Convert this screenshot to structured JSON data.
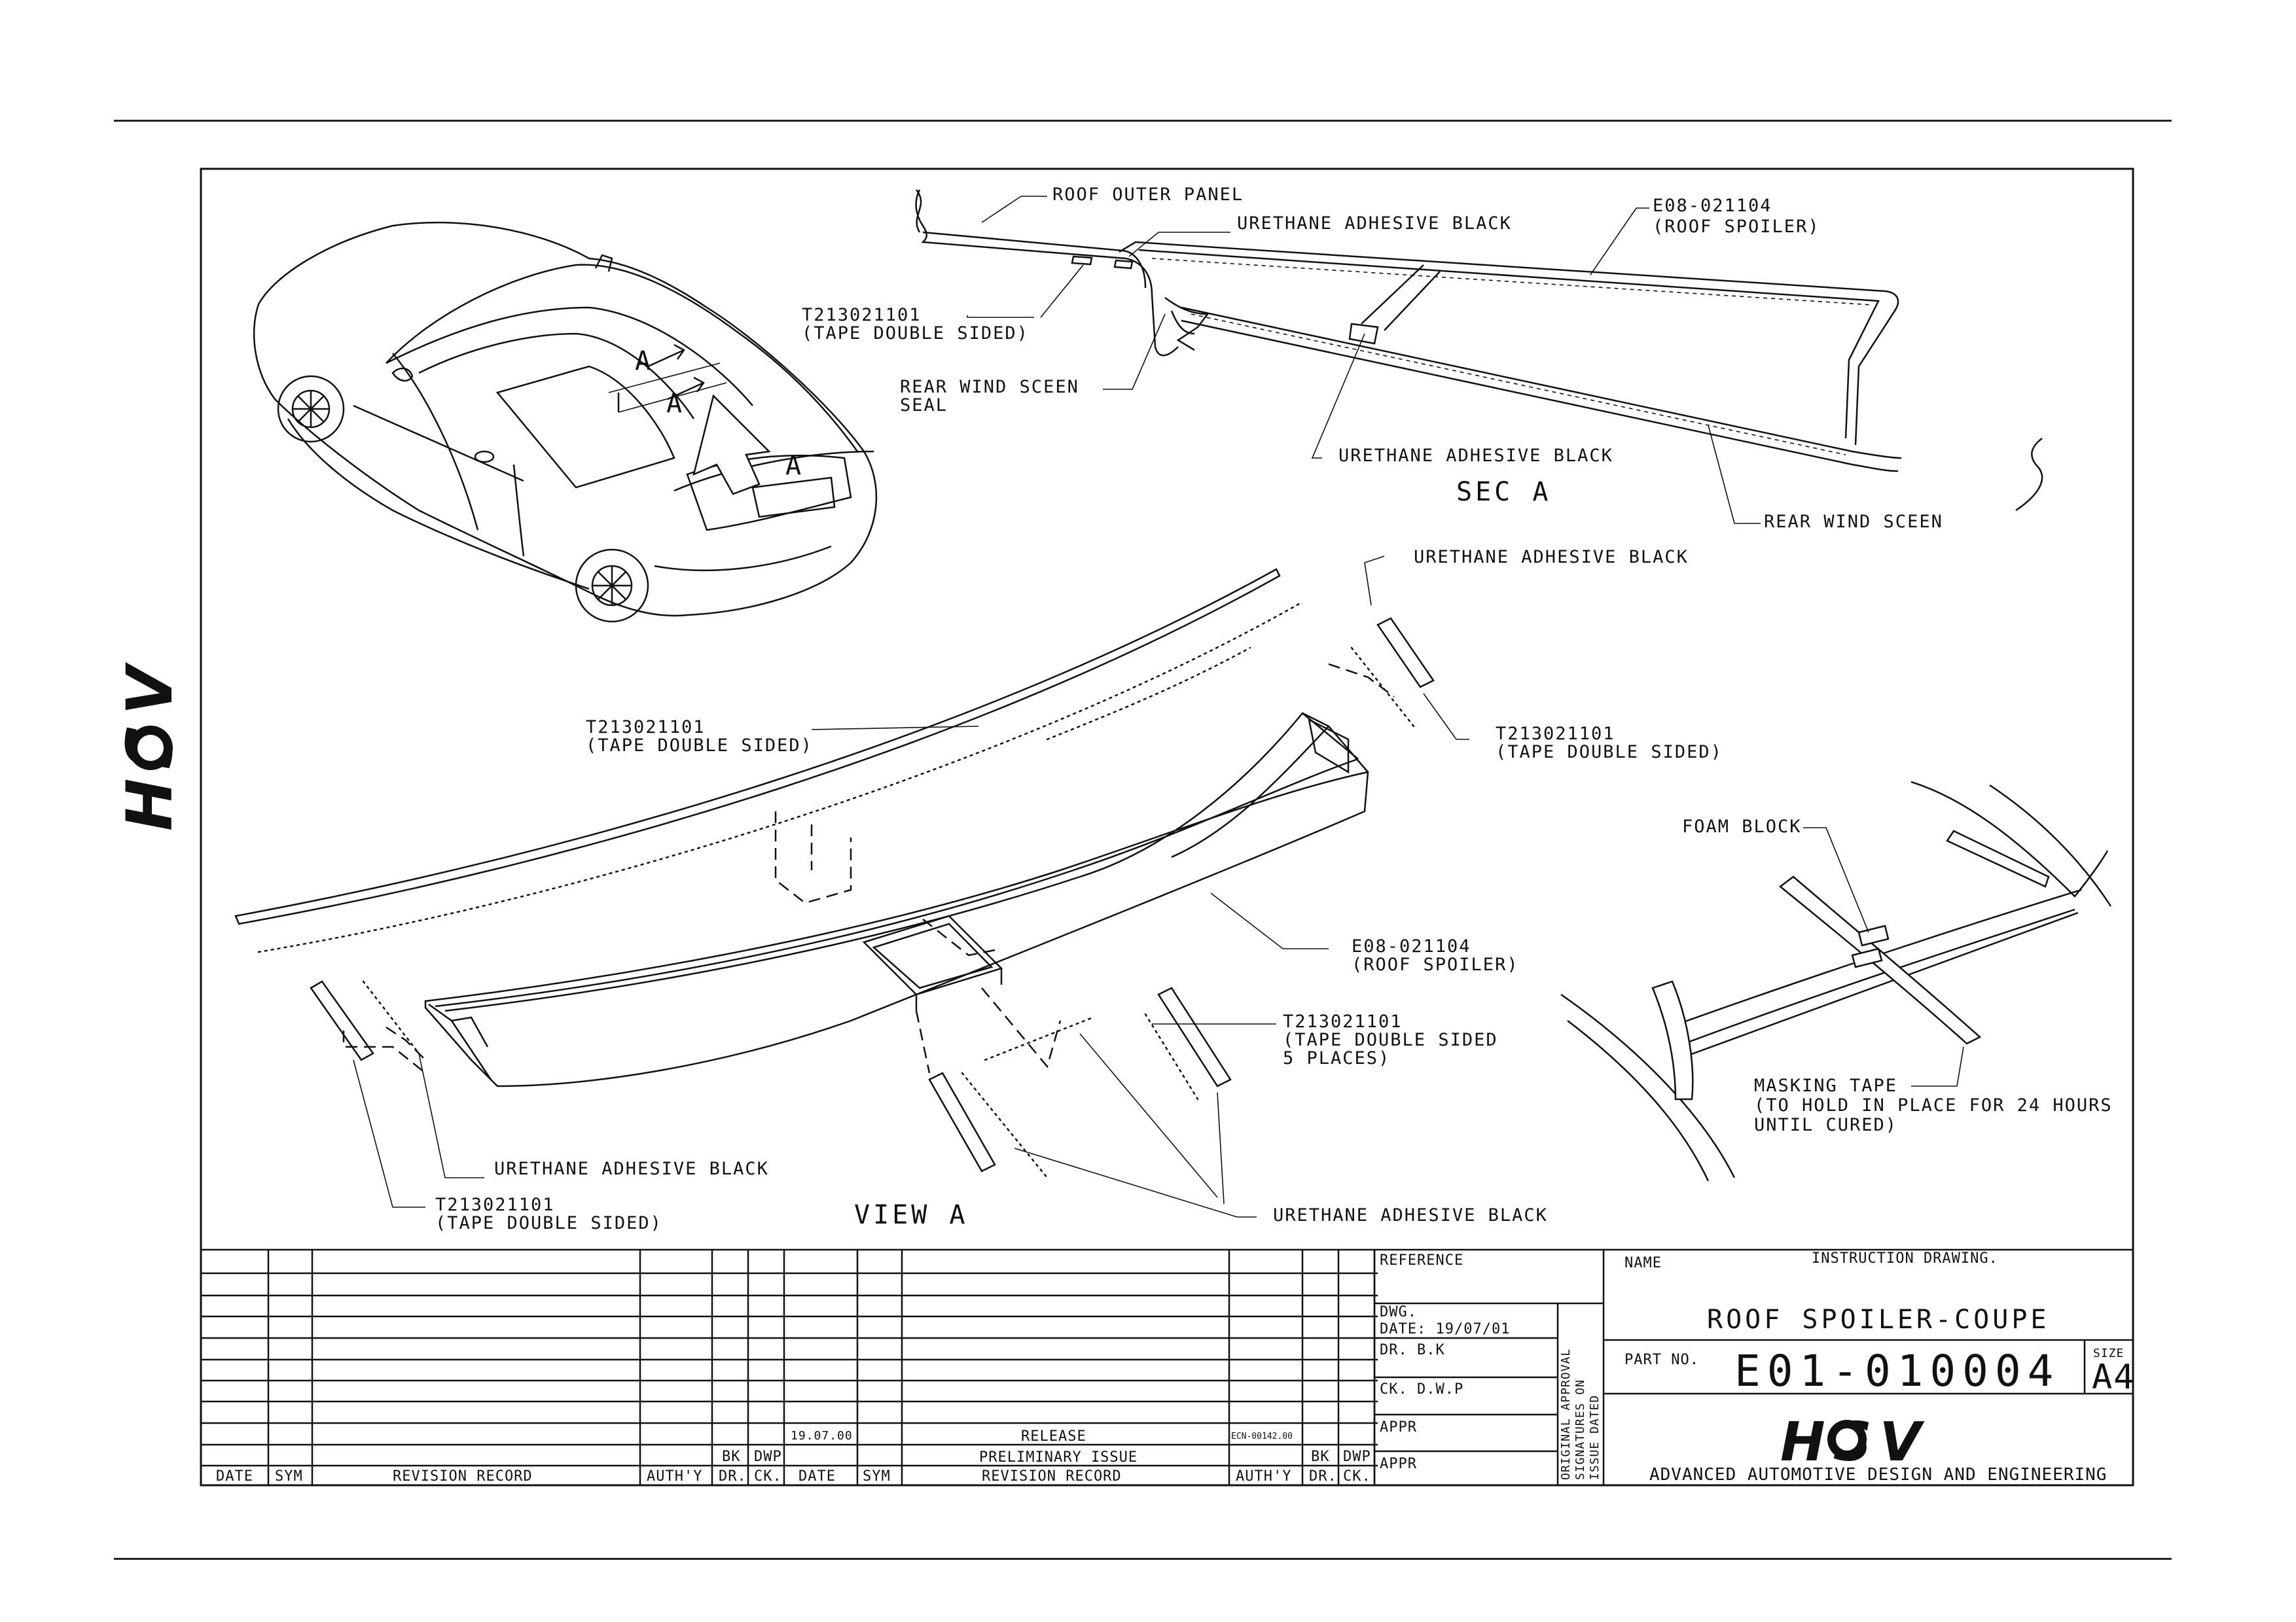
{
  "brand": {
    "logo_text": "HSV"
  },
  "sec_a": {
    "title": "SEC A",
    "roof_outer_panel": "ROOF OUTER PANEL",
    "urethane_top": "URETHANE ADHESIVE BLACK",
    "part_e08_line1": "E08-021104",
    "part_e08_line2": "(ROOF SPOILER)",
    "tape_line1": "T213021101",
    "tape_line2": "(TAPE DOUBLE SIDED)",
    "seal_line1": "REAR WIND SCEEN",
    "seal_line2": "SEAL",
    "urethane_bottom": "URETHANE ADHESIVE BLACK",
    "rear_wind_sceen": "REAR WIND SCEEN"
  },
  "car_view": {
    "marker_a_top": "A",
    "marker_a_mid": "A",
    "marker_a_arrow": "A"
  },
  "view_a": {
    "title": "VIEW A",
    "urethane_top": "URETHANE ADHESIVE BLACK",
    "tape_left_line1": "T213021101",
    "tape_left_line2": "(TAPE DOUBLE SIDED)",
    "tape_right_line1": "T213021101",
    "tape_right_line2": "(TAPE DOUBLE SIDED)",
    "spoiler_line1": "E08-021104",
    "spoiler_line2": "(ROOF SPOILER)",
    "tape5_line1": "T213021101",
    "tape5_line2": "(TAPE DOUBLE SIDED",
    "tape5_line3": " 5 PLACES)",
    "urethane_lower_left": "URETHANE ADHESIVE BLACK",
    "tape_bottom_line1": "T213021101",
    "tape_bottom_line2": "(TAPE DOUBLE SIDED)",
    "urethane_bottom": "URETHANE ADHESIVE BLACK"
  },
  "detail": {
    "foam_block": "FOAM BLOCK",
    "masking_line1": "MASKING TAPE",
    "masking_line2": "(TO HOLD IN PLACE FOR 24 HOURS",
    "masking_line3": " UNTIL CURED)"
  },
  "revisions": {
    "headers": [
      "DATE",
      "SYM",
      "REVISION RECORD",
      "AUTH'Y",
      "DR.",
      "CK."
    ],
    "right_rows": [
      {
        "date": "19.07.00",
        "sym": "",
        "record": "RELEASE",
        "auth": "ECN-00142.00",
        "dr": "",
        "ck": ""
      },
      {
        "date": "",
        "sym": "",
        "record": "PRELIMINARY ISSUE",
        "auth": "",
        "dr": "BK",
        "ck": "DWP"
      }
    ],
    "left_last_row": {
      "dr": "BK",
      "ck": "DWP"
    }
  },
  "title_block": {
    "reference": "REFERENCE",
    "dwg": "DWG.",
    "date": "DATE: 19/07/01",
    "dr": "DR. B.K",
    "ck": "CK. D.W.P",
    "appr1": "APPR",
    "appr2": "APPR",
    "vertical_line1": "ORIGINAL APPROVAL",
    "vertical_line2": "SIGNATURES ON",
    "vertical_line3": "ISSUE DATED",
    "name_label": "NAME",
    "drawing_type": "INSTRUCTION DRAWING.",
    "drawing_name": "ROOF SPOILER-COUPE",
    "part_no_label": "PART NO.",
    "part_no": "E01-010004",
    "size_label": "SIZE",
    "size": "A4",
    "logo_text": "HSV",
    "company": "ADVANCED AUTOMOTIVE DESIGN AND ENGINEERING"
  }
}
